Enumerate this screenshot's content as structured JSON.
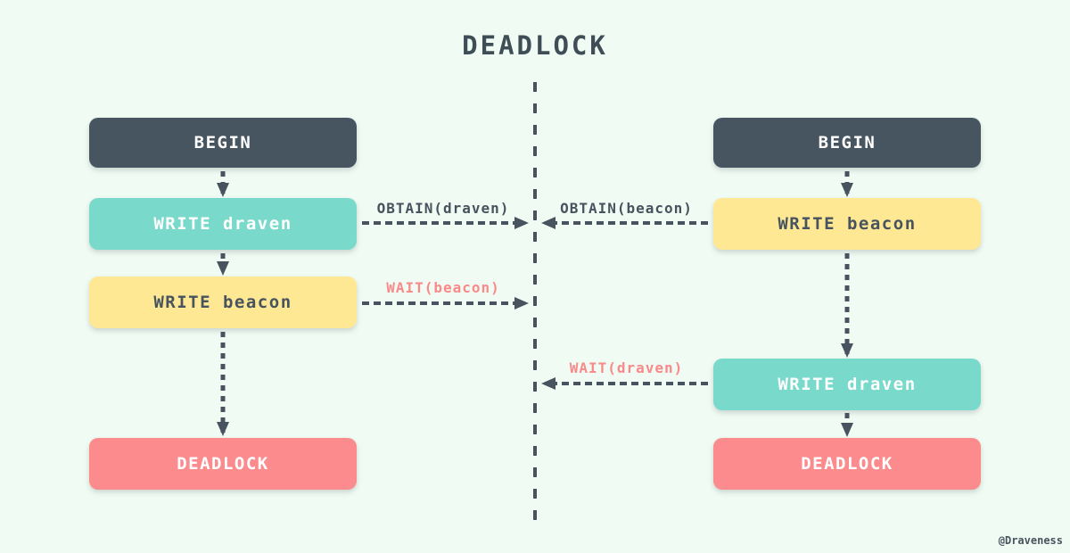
{
  "title": "DEADLOCK",
  "watermark": "@Draveness",
  "colors": {
    "background": "#F0FBF3",
    "dark_slate": "#475561",
    "teal": "#79D9CB",
    "yellow": "#FFE893",
    "red": "#FB8B8C",
    "wait_label": "#F98A8A",
    "arrow": "#47545F"
  },
  "left_transaction": {
    "steps": [
      {
        "label": "BEGIN",
        "type": "begin"
      },
      {
        "label": "WRITE draven",
        "type": "write"
      },
      {
        "label": "WRITE beacon",
        "type": "write"
      },
      {
        "label": "DEADLOCK",
        "type": "deadlock"
      }
    ]
  },
  "right_transaction": {
    "steps": [
      {
        "label": "BEGIN",
        "type": "begin"
      },
      {
        "label": "WRITE beacon",
        "type": "write"
      },
      {
        "label": "WRITE draven",
        "type": "write"
      },
      {
        "label": "DEADLOCK",
        "type": "deadlock"
      }
    ]
  },
  "lock_messages": [
    {
      "label": "OBTAIN(draven)",
      "from": "left",
      "status": "obtain"
    },
    {
      "label": "OBTAIN(beacon)",
      "from": "right",
      "status": "obtain"
    },
    {
      "label": "WAIT(beacon)",
      "from": "left",
      "status": "wait"
    },
    {
      "label": "WAIT(draven)",
      "from": "right",
      "status": "wait"
    }
  ]
}
